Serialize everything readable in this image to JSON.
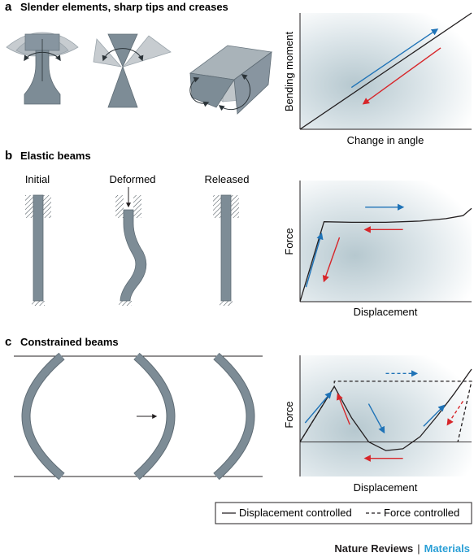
{
  "colors": {
    "beam_fill": "#7d8c96",
    "beam_light": "#c7ccd0",
    "beam_mid": "#9aa4ab",
    "outline": "#3f4a52",
    "plot_bg_center": "#b6c8cf",
    "blue_arrow": "#1f73b7",
    "red_arrow": "#d7262a",
    "brand_blue": "#2a9fd6",
    "text": "#231f20"
  },
  "panel_a": {
    "letter": "a",
    "title": "Slender elements, sharp tips and creases",
    "icons": [
      "rotating-slender-element-icon",
      "rotating-sharp-tip-icon",
      "rotating-crease-icon"
    ]
  },
  "panel_b": {
    "letter": "b",
    "title": "Elastic beams",
    "stages": [
      "Initial",
      "Deformed",
      "Released"
    ]
  },
  "panel_c": {
    "letter": "c",
    "title": "Constrained beams"
  },
  "legend": {
    "solid_label": "Displacement controlled",
    "dashed_label": "Force controlled"
  },
  "footer": {
    "brand": "Nature Reviews",
    "separator": "|",
    "journal": "Materials"
  },
  "chart_data": [
    {
      "type": "line",
      "panel": "a",
      "xlabel": "Change in angle",
      "ylabel": "Bending moment",
      "xlim": [
        0,
        1
      ],
      "ylim": [
        0,
        1
      ],
      "series": [
        {
          "style": "solid",
          "x": [
            0,
            1
          ],
          "y": [
            0,
            1
          ]
        }
      ],
      "loading_arrows": [
        {
          "color": "blue",
          "direction": "loading",
          "from": [
            0.3,
            0.36
          ],
          "to": [
            0.8,
            0.86
          ]
        },
        {
          "color": "red",
          "direction": "unloading",
          "from": [
            0.82,
            0.7
          ],
          "to": [
            0.37,
            0.22
          ]
        }
      ]
    },
    {
      "type": "line",
      "panel": "b",
      "xlabel": "Displacement",
      "ylabel": "Force",
      "xlim": [
        0,
        1
      ],
      "ylim": [
        0,
        1
      ],
      "series": [
        {
          "style": "solid",
          "x": [
            0,
            0.14,
            0.3,
            0.5,
            0.7,
            0.85,
            0.95,
            1.0
          ],
          "y": [
            0,
            0.66,
            0.655,
            0.655,
            0.665,
            0.685,
            0.71,
            0.77
          ]
        }
      ],
      "loading_arrows": [
        {
          "color": "blue",
          "direction": "loading",
          "from": [
            0.035,
            0.12
          ],
          "to": [
            0.125,
            0.56
          ]
        },
        {
          "color": "red",
          "direction": "unloading",
          "from": [
            0.23,
            0.53
          ],
          "to": [
            0.14,
            0.17
          ]
        },
        {
          "color": "blue",
          "direction": "loading",
          "from": [
            0.38,
            0.78
          ],
          "to": [
            0.6,
            0.78
          ]
        },
        {
          "color": "red",
          "direction": "unloading",
          "from": [
            0.6,
            0.595
          ],
          "to": [
            0.38,
            0.595
          ]
        }
      ]
    },
    {
      "type": "line",
      "panel": "c",
      "xlabel": "Displacement",
      "ylabel": "Force",
      "xlim": [
        0,
        1
      ],
      "ylim": [
        -0.4,
        1
      ],
      "series": [
        {
          "style": "solid",
          "x": [
            0,
            0.2,
            0.3,
            0.4,
            0.5,
            0.6,
            0.7,
            0.8,
            0.9,
            1.0
          ],
          "y": [
            0,
            0.64,
            0.28,
            0.0,
            -0.1,
            -0.08,
            0.06,
            0.3,
            0.56,
            0.84
          ]
        },
        {
          "style": "dashed",
          "x": [
            0,
            0.2,
            0.2,
            1.0,
            0.92
          ],
          "y": [
            0,
            0.64,
            0.7,
            0.7,
            0.0
          ]
        },
        {
          "style": "solid-thin",
          "x": [
            0,
            1
          ],
          "y": [
            0,
            0
          ]
        }
      ],
      "loading_arrows": [
        {
          "color": "blue",
          "direction": "loading",
          "from": [
            0.03,
            0.22
          ],
          "to": [
            0.18,
            0.57
          ],
          "style": "solid"
        },
        {
          "color": "red",
          "direction": "unloading",
          "from": [
            0.29,
            0.2
          ],
          "to": [
            0.22,
            0.55
          ],
          "style": "solid"
        },
        {
          "color": "blue",
          "direction": "loading",
          "from": [
            0.4,
            0.44
          ],
          "to": [
            0.49,
            0.11
          ],
          "style": "solid"
        },
        {
          "color": "red",
          "direction": "unloading",
          "from": [
            0.6,
            -0.19
          ],
          "to": [
            0.38,
            -0.19
          ],
          "style": "solid"
        },
        {
          "color": "blue",
          "direction": "loading",
          "from": [
            0.72,
            0.18
          ],
          "to": [
            0.84,
            0.42
          ],
          "style": "solid"
        },
        {
          "color": "blue",
          "direction": "loading",
          "from": [
            0.5,
            0.79
          ],
          "to": [
            0.68,
            0.79
          ],
          "style": "dashed"
        },
        {
          "color": "red",
          "direction": "unloading",
          "from": [
            0.95,
            0.47
          ],
          "to": [
            0.86,
            0.2
          ],
          "style": "dashed"
        }
      ]
    }
  ]
}
